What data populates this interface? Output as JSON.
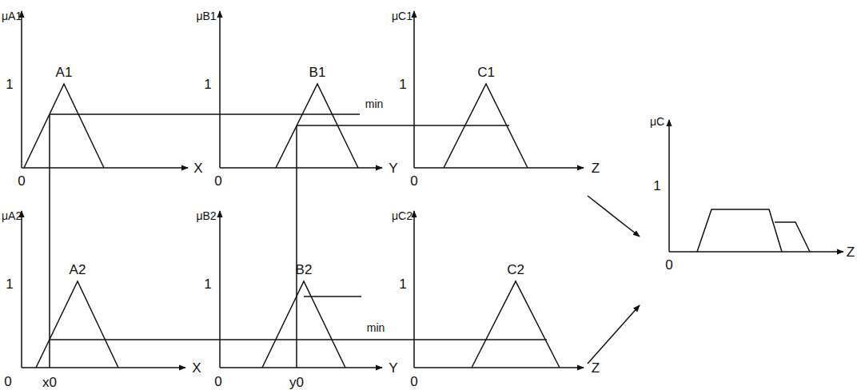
{
  "diagram": {
    "labels": [
      "μA1",
      "A1",
      "1",
      "0",
      "X",
      "μB1",
      "B1",
      "1",
      "0",
      "Y",
      "min",
      "μC1",
      "C1",
      "1",
      "0",
      "Z",
      "μC",
      "1",
      "0",
      "Z",
      "μA2",
      "A2",
      "1",
      "0",
      "x0",
      "X",
      "μB2",
      "B2",
      "1",
      "0",
      "y0",
      "Y",
      "μC2",
      "C2",
      "1",
      "min",
      "0",
      "Z"
    ]
  }
}
